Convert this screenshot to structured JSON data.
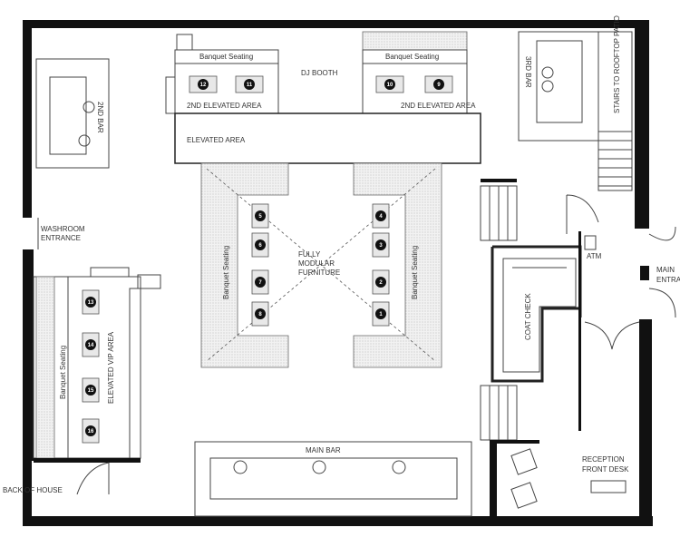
{
  "labels": {
    "banquet_left": "Banquet Seating",
    "banquet_right": "Banquet Seating",
    "dj_booth": "DJ BOOTH",
    "elevated_2nd_left": "2ND ELEVATED AREA",
    "elevated_2nd_right": "2ND ELEVATED AREA",
    "elevated_area": "ELEVATED AREA",
    "bar_2nd": "2ND BAR",
    "bar_3rd": "3RD BAR",
    "stairs_rooftop": "STAIRS TO ROOFTOP PATIO",
    "washroom_1": "WASHROOM",
    "washroom_2": "ENTRANCE",
    "fully_1": "FULLY",
    "fully_2": "MODULAR",
    "fully_3": "FURNITURE",
    "banquet_center_left": "Banquet Seating",
    "banquet_center_right": "Banquet Seating",
    "banquet_vip": "Banquet Seating",
    "vip_area": "ELEVATED VIP AREA",
    "atm": "ATM",
    "main_entrance_1": "MAIN",
    "main_entrance_2": "ENTRANCE",
    "coat_check": "COAT CHECK",
    "reception_1": "RECEPTION",
    "reception_2": "FRONT DESK",
    "main_bar": "MAIN BAR",
    "back_of_house": "BACK OF HOUSE"
  },
  "tables": [
    "1",
    "2",
    "3",
    "4",
    "5",
    "6",
    "7",
    "8",
    "9",
    "10",
    "11",
    "12",
    "13",
    "14",
    "15",
    "16"
  ]
}
